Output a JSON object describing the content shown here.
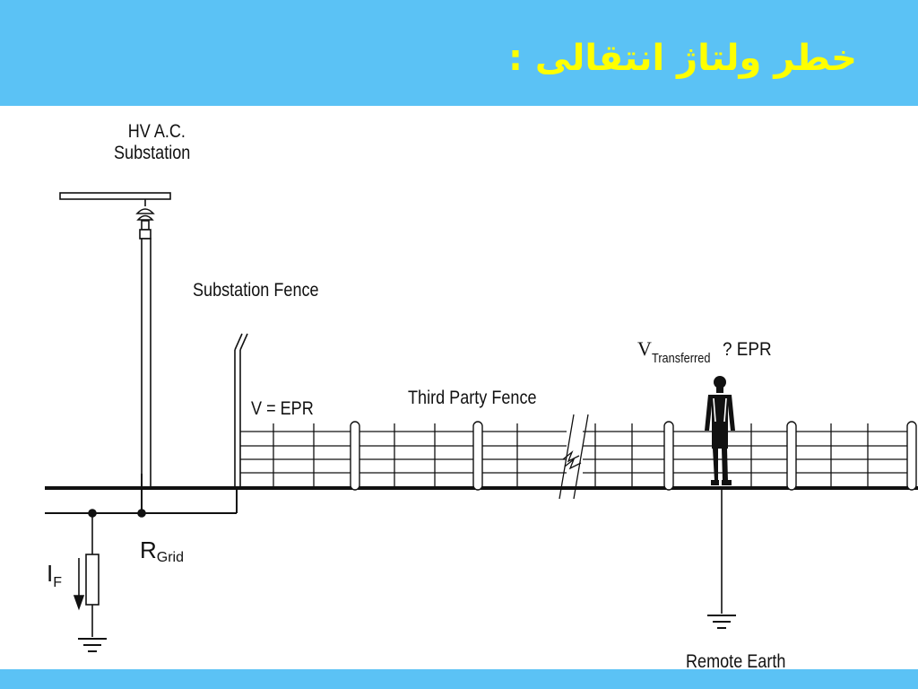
{
  "slide": {
    "title": "خطر ولتاژ انتقالی :"
  },
  "diagram": {
    "substation_label_line1": "HV A.C.",
    "substation_label_line2": "Substation",
    "substation_fence_label": "Substation Fence",
    "v_epr_label": "V = EPR",
    "third_party_fence_label": "Third Party Fence",
    "v_transferred_main": "V",
    "v_transferred_sub": "Transferred",
    "v_transferred_rest": "? EPR",
    "r_grid_main": "R",
    "r_grid_sub": "Grid",
    "i_f_main": "I",
    "i_f_sub": "F",
    "remote_earth_label": "Remote Earth"
  },
  "colors": {
    "header_bg": "#5bc2f5",
    "title_text": "#ffff00",
    "line": "#111111"
  }
}
